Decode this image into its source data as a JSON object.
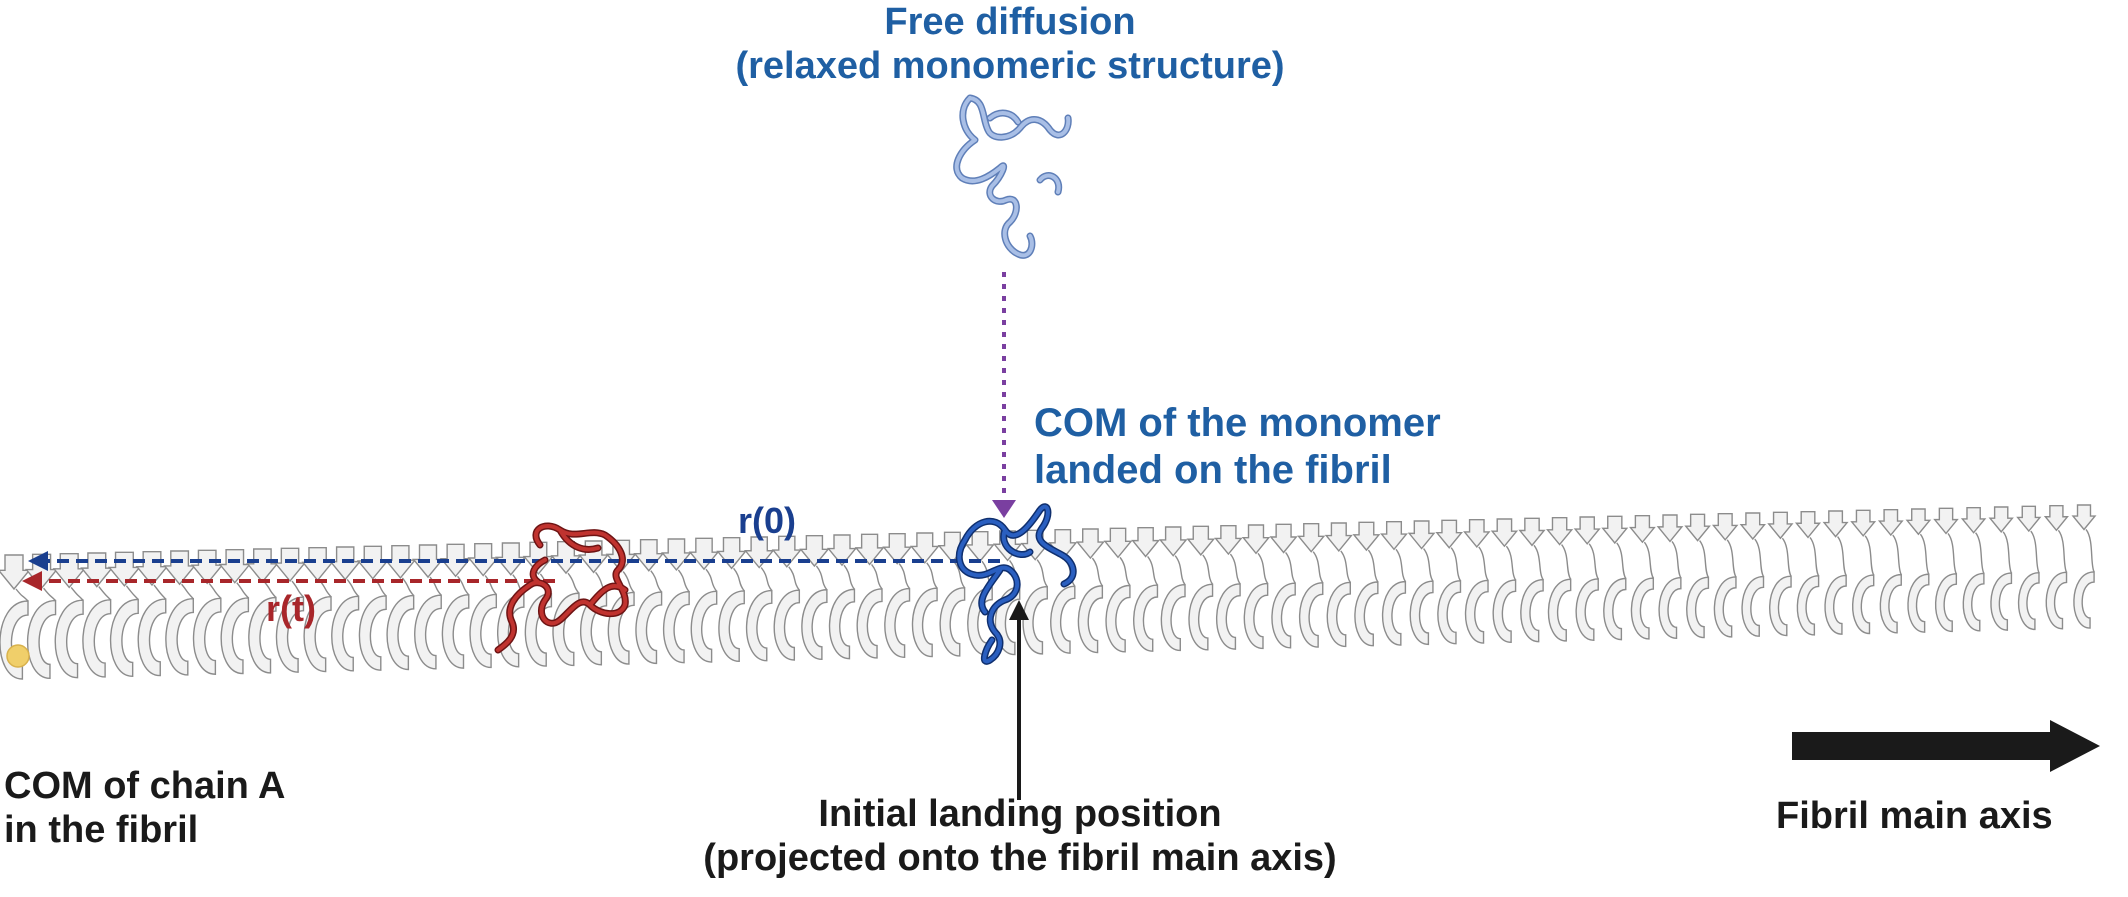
{
  "labels": {
    "free_diffusion_line1": "Free diffusion",
    "free_diffusion_line2": "(relaxed monomeric structure)",
    "com_monomer_line1": "COM of the monomer",
    "com_monomer_line2": "landed on the fibril",
    "r0": "r(0)",
    "rt": "r(t)",
    "com_chain_line1": "COM of chain A",
    "com_chain_line2": "in the fibril",
    "landing_line1": "Initial landing position",
    "landing_line2": "(projected onto the fibril main axis)",
    "axis_label": "Fibril main axis"
  },
  "colors": {
    "text_blue": "#1f5fa3",
    "r0_blue": "#1a3f8f",
    "rt_red": "#a8262a",
    "free_monomer": "#8aa6d6",
    "landed_monomer": "#1f4fa8",
    "moved_monomer": "#b52a2a",
    "drop_arrow": "#7a3fa0",
    "fibril_fill": "#f2f2f2",
    "fibril_stroke": "#8c8c8c",
    "com_dot": "#f0cf6a",
    "axis_arrow": "#1a1a1a"
  },
  "icons": {
    "fibril": "fibril-cartoon",
    "free_monomer": "relaxed-monomer-coil",
    "landed_monomer": "landed-monomer-coil",
    "moved_monomer": "displaced-monomer-coil",
    "com_marker": "com-dot-icon",
    "axis_arrow": "right-arrow-icon"
  }
}
